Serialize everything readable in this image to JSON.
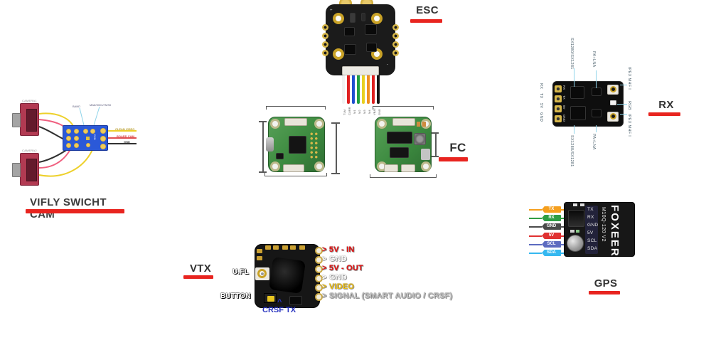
{
  "page": {
    "background": "#ffffff",
    "underline_color": "#e8241f"
  },
  "sections": {
    "esc": {
      "label": "ESC"
    },
    "fc": {
      "label": "FC"
    },
    "rx": {
      "label": "RX"
    },
    "vtx": {
      "label": "VTX"
    },
    "gps": {
      "label": "GPS"
    },
    "vifly": {
      "label": "VIFLY  SWICHT CAM"
    }
  },
  "esc": {
    "marks": {
      "plus": "+",
      "minus": "-"
    },
    "wires": [
      {
        "label": "TLM",
        "color": "#f2f2f2"
      },
      {
        "label": "CURR",
        "color": "#e02020"
      },
      {
        "label": "M1",
        "color": "#2050d0"
      },
      {
        "label": "M2",
        "color": "#20a040"
      },
      {
        "label": "M3",
        "color": "#e8d020"
      },
      {
        "label": "M4",
        "color": "#f09020"
      },
      {
        "label": "VBAT",
        "color": "#e02020"
      },
      {
        "label": "GND",
        "color": "#151515"
      }
    ]
  },
  "rx": {
    "top_callouts": [
      "SX1280/SX1281",
      "PA+LNA"
    ],
    "bottom_callouts": [
      "SX1280/SX1281",
      "PA+LNA"
    ],
    "right_callouts": [
      "IPEX MHF I",
      "RGB",
      "IPEX MHF I"
    ],
    "pads": [
      "RX",
      "TX",
      "5V",
      "GND"
    ]
  },
  "vtx": {
    "left_labels": [
      "U.FL",
      "BUTTON"
    ],
    "pin_arrow": ">",
    "pins": [
      {
        "label": "5V - IN",
        "color": "#e81313"
      },
      {
        "label": "GND",
        "color": "#ffffff"
      },
      {
        "label": "5V - OUT",
        "color": "#e81313"
      },
      {
        "label": "GND",
        "color": "#ffffff"
      },
      {
        "label": "VIDEO",
        "color": "#f0c010"
      },
      {
        "label": "SIGNAL (SMART AUDIO / CRSF)",
        "color": "#bdbdbd"
      }
    ],
    "arrow_char": "^",
    "crsf_label": "CRSF TX",
    "crsf_color": "#2a35c0"
  },
  "gps": {
    "brand": "FOXEER",
    "model": "M10Q-120 V2",
    "pcb_pads": [
      "TX",
      "RX",
      "GND",
      "5V",
      "SCL",
      "SDA"
    ],
    "wires": [
      {
        "label": "TX",
        "color": "#f59f1e"
      },
      {
        "label": "RX",
        "color": "#2f9e44"
      },
      {
        "label": "GND",
        "color": "#4a4a4a"
      },
      {
        "label": "5V",
        "color": "#e03131"
      },
      {
        "label": "SCL",
        "color": "#5c6bc0"
      },
      {
        "label": "SDA",
        "color": "#35b8f0"
      }
    ]
  },
  "vifly": {
    "camera1_label": "CAMERA1",
    "camera2_label": "CAMERA2",
    "pcb_text": "DSM",
    "callouts": [
      "BAND",
      "MA6/S001/7MS0"
    ],
    "out_labels": [
      {
        "label": "CLEAN VIDEO",
        "color": "#b89b1e"
      },
      {
        "label": "BOARD CAM",
        "color": "#d84848"
      },
      {
        "label": "GND",
        "color": "#2e2e2e"
      }
    ]
  }
}
